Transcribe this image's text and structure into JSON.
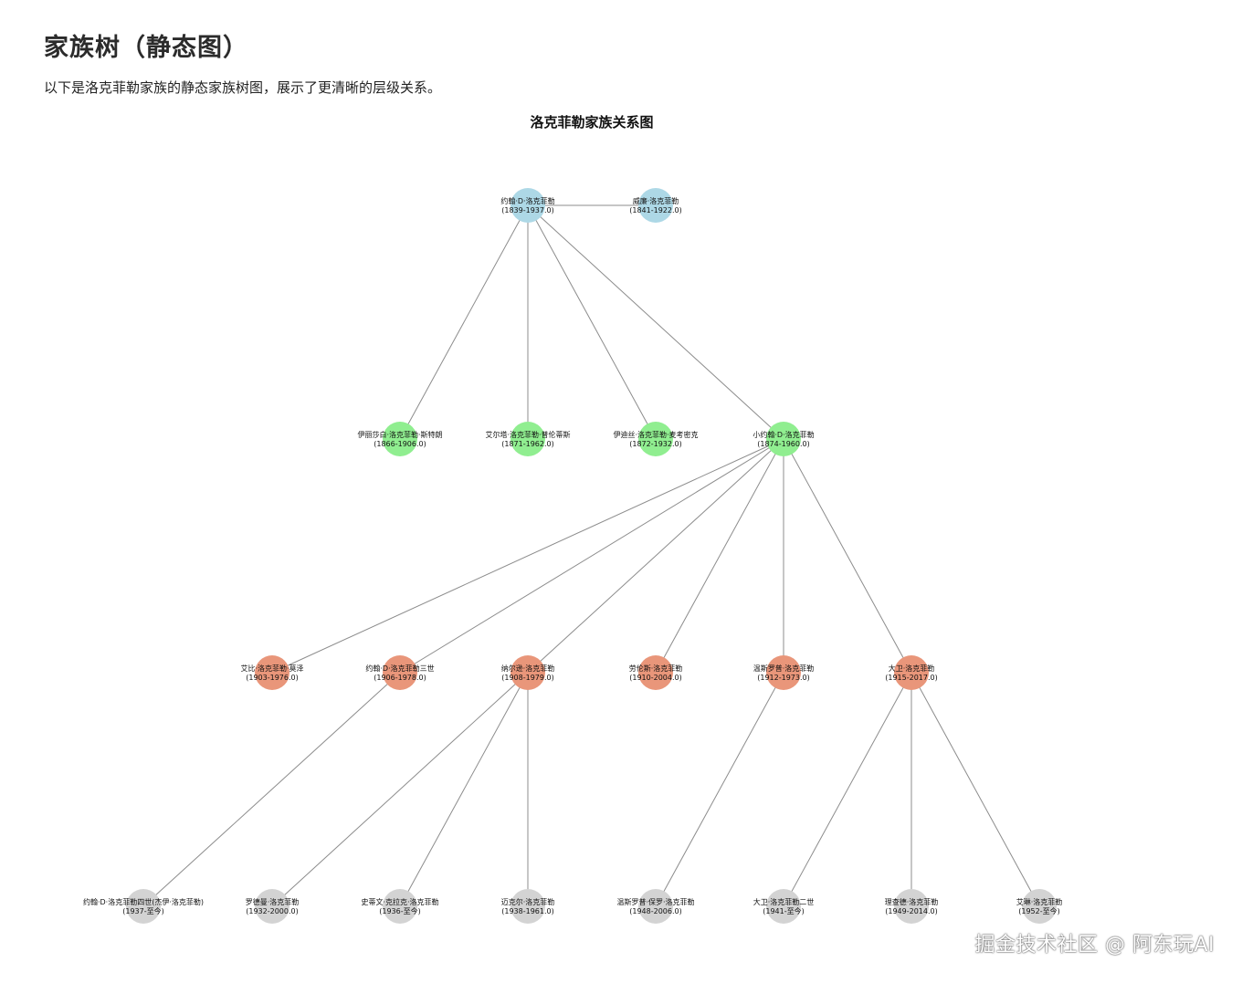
{
  "page": {
    "title": "家族树（静态图）",
    "description": "以下是洛克菲勒家族的静态家族树图，展示了更清晰的层级关系。"
  },
  "watermark": "掘金技术社区 @ 阿东玩AI",
  "chart_data": {
    "type": "tree",
    "title": "洛克菲勒家族关系图",
    "generation_colors": [
      "#add8e6",
      "#90ee90",
      "#e9967a",
      "#d3d3d3"
    ],
    "nodes": [
      {
        "id": "n0",
        "name": "约翰·D·洛克菲勒",
        "years": "(1839-1937.0)",
        "generation": 0
      },
      {
        "id": "n1",
        "name": "威廉·洛克菲勒",
        "years": "(1841-1922.0)",
        "generation": 0
      },
      {
        "id": "n2",
        "name": "伊丽莎白·洛克菲勒·斯特朗",
        "years": "(1866-1906.0)",
        "generation": 1
      },
      {
        "id": "n3",
        "name": "艾尔塔·洛克菲勒·普伦蒂斯",
        "years": "(1871-1962.0)",
        "generation": 1
      },
      {
        "id": "n4",
        "name": "伊迪丝·洛克菲勒·麦考密克",
        "years": "(1872-1932.0)",
        "generation": 1
      },
      {
        "id": "n5",
        "name": "小约翰·D·洛克菲勒",
        "years": "(1874-1960.0)",
        "generation": 1
      },
      {
        "id": "n6",
        "name": "艾比·洛克菲勒·莫泽",
        "years": "(1903-1976.0)",
        "generation": 2
      },
      {
        "id": "n7",
        "name": "约翰·D·洛克菲勒三世",
        "years": "(1906-1978.0)",
        "generation": 2
      },
      {
        "id": "n8",
        "name": "纳尔逊·洛克菲勒",
        "years": "(1908-1979.0)",
        "generation": 2
      },
      {
        "id": "n9",
        "name": "劳伦斯·洛克菲勒",
        "years": "(1910-2004.0)",
        "generation": 2
      },
      {
        "id": "n10",
        "name": "温斯罗普·洛克菲勒",
        "years": "(1912-1973.0)",
        "generation": 2
      },
      {
        "id": "n11",
        "name": "大卫·洛克菲勒",
        "years": "(1915-2017.0)",
        "generation": 2
      },
      {
        "id": "n12",
        "name": "约翰·D·洛克菲勒四世(杰伊·洛克菲勒)",
        "years": "(1937-至今)",
        "generation": 3
      },
      {
        "id": "n13",
        "name": "罗德曼·洛克菲勒",
        "years": "(1932-2000.0)",
        "generation": 3
      },
      {
        "id": "n14",
        "name": "史蒂文·克拉克·洛克菲勒",
        "years": "(1936-至今)",
        "generation": 3
      },
      {
        "id": "n15",
        "name": "迈克尔·洛克菲勒",
        "years": "(1938-1961.0)",
        "generation": 3
      },
      {
        "id": "n16",
        "name": "温斯罗普·保罗·洛克菲勒",
        "years": "(1948-2006.0)",
        "generation": 3
      },
      {
        "id": "n17",
        "name": "大卫·洛克菲勒二世",
        "years": "(1941-至今)",
        "generation": 3
      },
      {
        "id": "n18",
        "name": "理查德·洛克菲勒",
        "years": "(1949-2014.0)",
        "generation": 3
      },
      {
        "id": "n19",
        "name": "艾琳·洛克菲勒",
        "years": "(1952-至今)",
        "generation": 3
      }
    ],
    "edges": [
      [
        "n0",
        "n1"
      ],
      [
        "n0",
        "n2"
      ],
      [
        "n0",
        "n3"
      ],
      [
        "n0",
        "n4"
      ],
      [
        "n0",
        "n5"
      ],
      [
        "n5",
        "n6"
      ],
      [
        "n5",
        "n7"
      ],
      [
        "n5",
        "n8"
      ],
      [
        "n5",
        "n9"
      ],
      [
        "n5",
        "n10"
      ],
      [
        "n5",
        "n11"
      ],
      [
        "n7",
        "n12"
      ],
      [
        "n8",
        "n13"
      ],
      [
        "n8",
        "n14"
      ],
      [
        "n8",
        "n15"
      ],
      [
        "n10",
        "n16"
      ],
      [
        "n11",
        "n17"
      ],
      [
        "n11",
        "n18"
      ],
      [
        "n11",
        "n19"
      ]
    ]
  }
}
